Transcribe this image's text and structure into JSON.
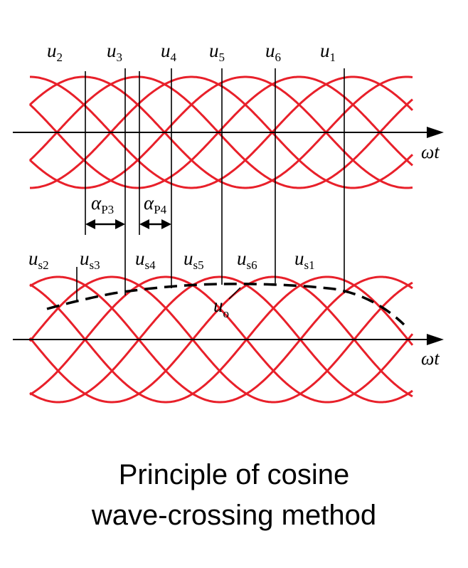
{
  "top_panel": {
    "labels": [
      {
        "base": "u",
        "sub": "2"
      },
      {
        "base": "u",
        "sub": "3"
      },
      {
        "base": "u",
        "sub": "4"
      },
      {
        "base": "u",
        "sub": "5"
      },
      {
        "base": "u",
        "sub": "6"
      },
      {
        "base": "u",
        "sub": "1"
      }
    ],
    "alpha_labels": [
      {
        "base": "α",
        "sub": "P3"
      },
      {
        "base": "α",
        "sub": "P4"
      }
    ],
    "axis_label": "ωt"
  },
  "bottom_panel": {
    "labels": [
      {
        "base": "u",
        "sub": "s2"
      },
      {
        "base": "u",
        "sub": "s3"
      },
      {
        "base": "u",
        "sub": "s4"
      },
      {
        "base": "u",
        "sub": "s5"
      },
      {
        "base": "u",
        "sub": "s6"
      },
      {
        "base": "u",
        "sub": "s1"
      }
    ],
    "output_label": {
      "base": "u",
      "sub": "o"
    },
    "axis_label": "ωt"
  },
  "colors": {
    "waves": "#e8202a",
    "lines": "#000000"
  },
  "caption": {
    "line1": "Principle of cosine",
    "line2": "wave-crossing method"
  }
}
